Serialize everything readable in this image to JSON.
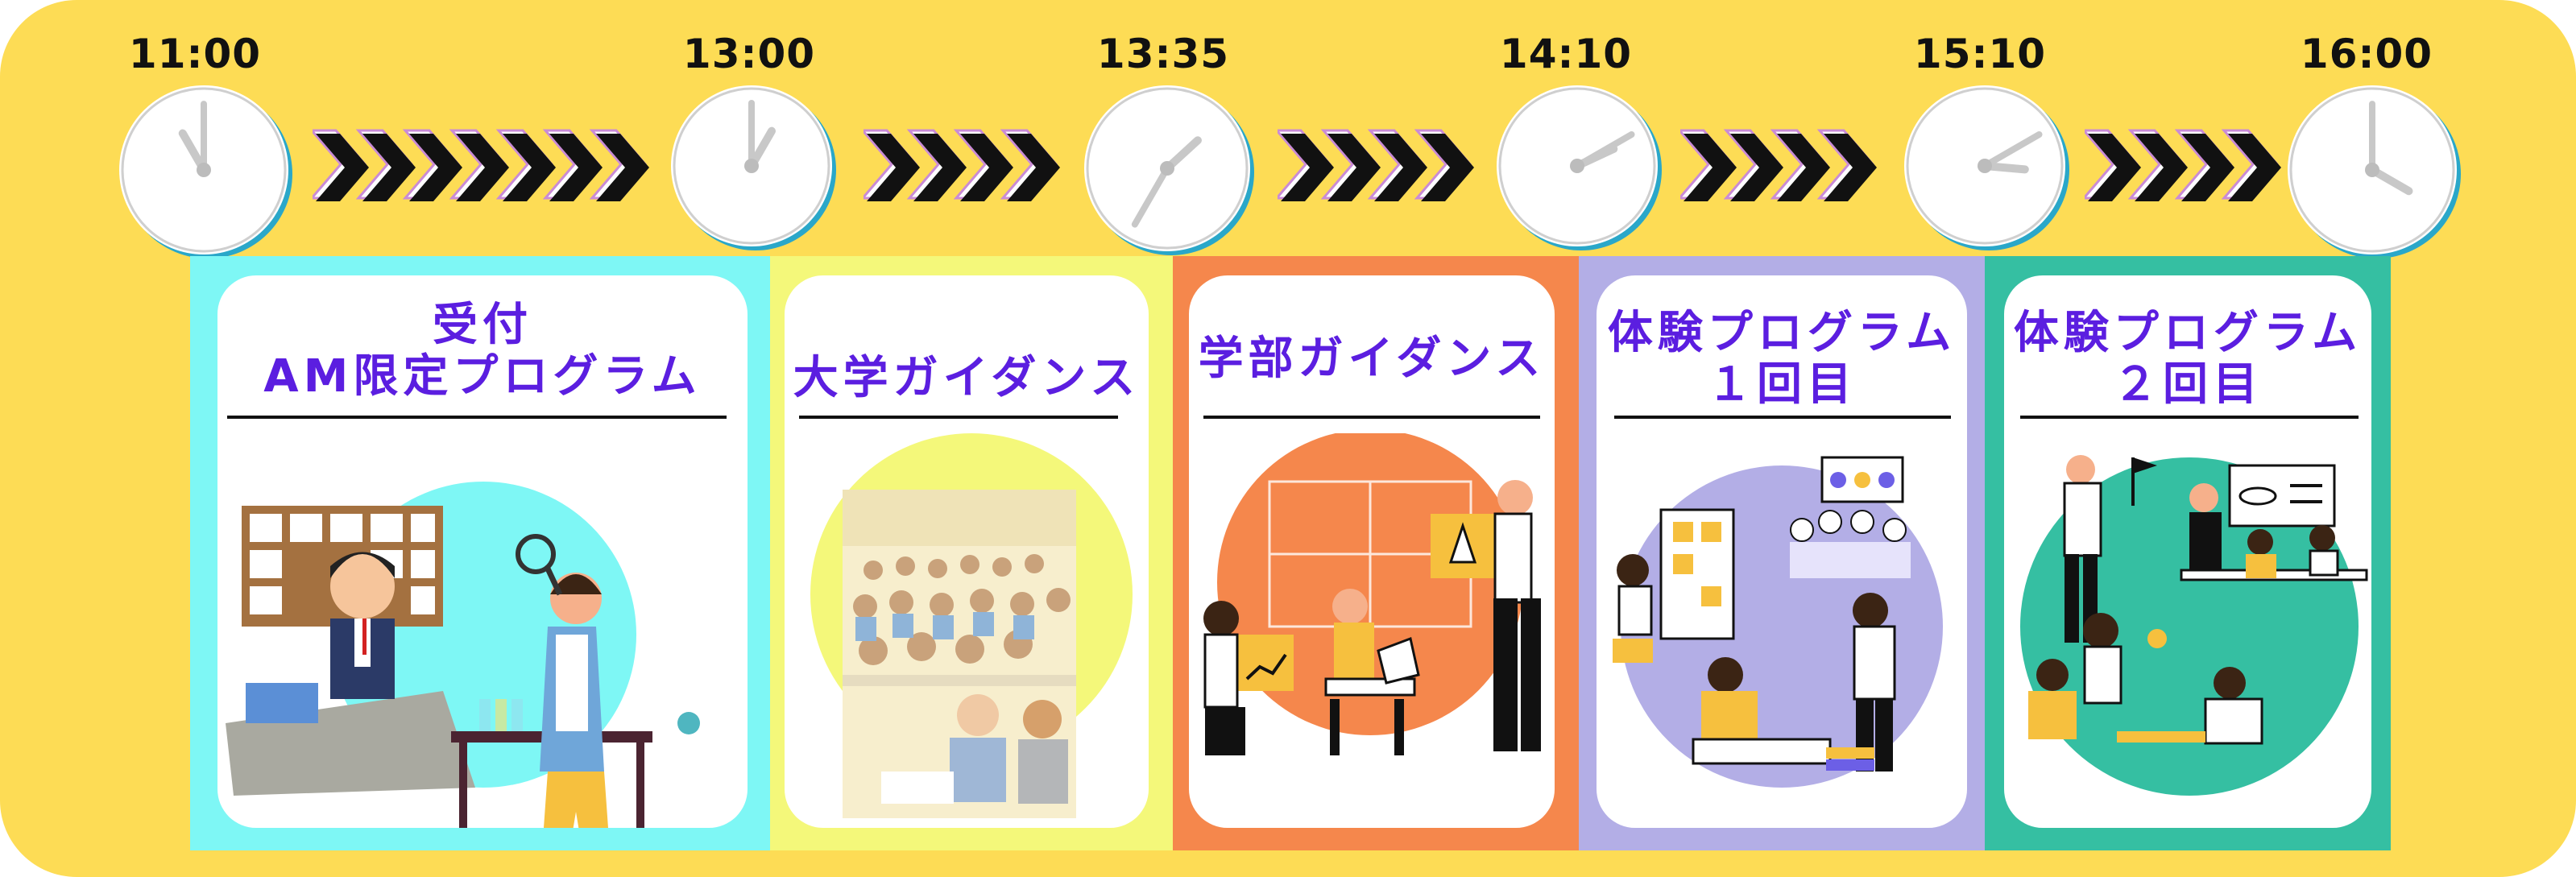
{
  "colors": {
    "background": "#fddc55",
    "title": "#5b1ee0",
    "panels": [
      "#7ef7f5",
      "#f4f87a",
      "#f5874c",
      "#b3aee6",
      "#35bfa2"
    ],
    "arrow": "#111111"
  },
  "timeline": [
    {
      "time": "11:00",
      "hour": 11,
      "minute": 0
    },
    {
      "time": "13:00",
      "hour": 1,
      "minute": 0
    },
    {
      "time": "13:35",
      "hour": 1,
      "minute": 35
    },
    {
      "time": "14:10",
      "hour": 2,
      "minute": 10
    },
    {
      "time": "15:10",
      "hour": 3,
      "minute": 10
    },
    {
      "time": "16:00",
      "hour": 4,
      "minute": 0
    }
  ],
  "sessions": [
    {
      "title_line1": "受付",
      "title_line2": "AM限定プログラム",
      "illustration": "reception-and-lab-illustration"
    },
    {
      "title_line1": "大学ガイダンス",
      "title_line2": "",
      "illustration": "lecture-hall-photo"
    },
    {
      "title_line1": "学部ガイダンス",
      "title_line2": "",
      "illustration": "presentation-illustration"
    },
    {
      "title_line1": "体験プログラム",
      "title_line2": "１回目",
      "illustration": "workshop-illustration"
    },
    {
      "title_line1": "体験プログラム",
      "title_line2": "２回目",
      "illustration": "collaboration-illustration"
    }
  ]
}
